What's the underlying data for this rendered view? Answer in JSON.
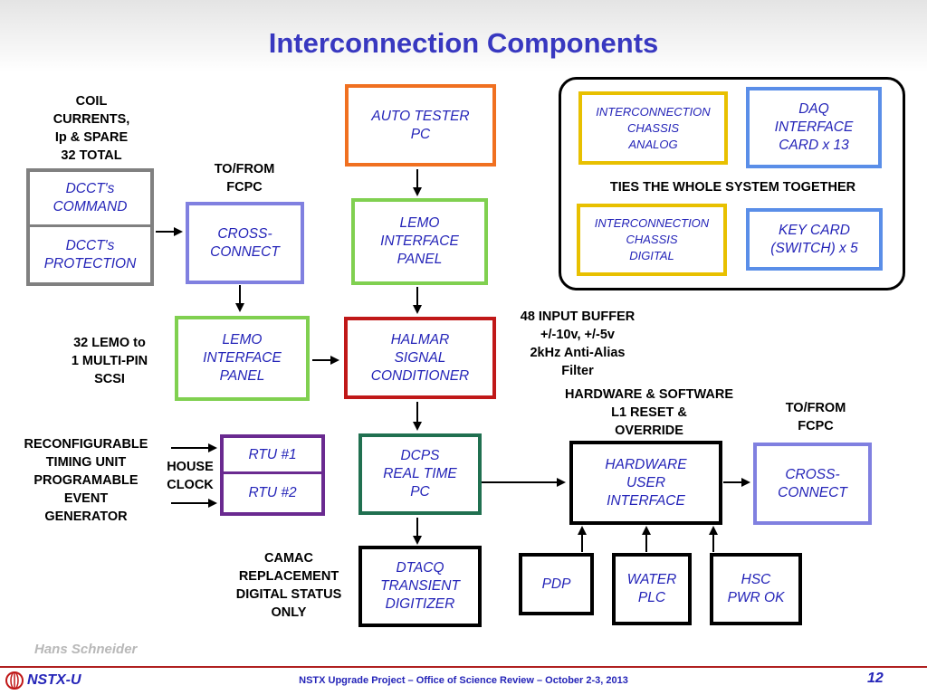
{
  "title": "Interconnection Components",
  "boxes": {
    "auto_tester": "AUTO TESTER\nPC",
    "lemo_panel_top": "LEMO\nINTERFACE\nPANEL",
    "lemo_panel_left": "LEMO\nINTERFACE\nPANEL",
    "halmar": "HALMAR\nSIGNAL\nCONDITIONER",
    "dccts_command": "DCCT's\nCOMMAND",
    "dccts_protection": "DCCT's\nPROTECTION",
    "cross_connect_left": "CROSS-\nCONNECT",
    "cross_connect_right": "CROSS-\nCONNECT",
    "rtu1": "RTU #1",
    "rtu2": "RTU #2",
    "dcps": "DCPS\nREAL TIME\nPC",
    "dtacq": "DTACQ\nTRANSIENT\nDIGITIZER",
    "hardware_ui": "HARDWARE\nUSER\nINTERFACE",
    "pdp": "PDP",
    "water_plc": "WATER\nPLC",
    "hsc": "HSC\nPWR OK",
    "chassis_analog": "INTERCONNECTION\nCHASSIS\nANALOG",
    "chassis_digital": "INTERCONNECTION\nCHASSIS\nDIGITAL",
    "daq_card": "DAQ\nINTERFACE\nCARD x 13",
    "key_card": "KEY CARD\n(SWITCH) x 5"
  },
  "labels": {
    "coil_currents": "COIL\nCURRENTS,\nIp & SPARE\n32 TOTAL",
    "to_from_fcpc_left": "TO/FROM\nFCPC",
    "lemo_to_scsi": "32 LEMO to\n1 MULTI-PIN\nSCSI",
    "input_buffer": "48 INPUT BUFFER\n+/-10v, +/-5v\n2kHz Anti-Alias\nFilter",
    "hw_sw_reset": "HARDWARE & SOFTWARE\nL1 RESET &\nOVERRIDE",
    "to_from_fcpc_right": "TO/FROM\nFCPC",
    "reconfigurable_timing": "RECONFIGURABLE\nTIMING UNIT\nPROGRAMABLE\nEVENT\nGENERATOR",
    "house_clock": "HOUSE\nCLOCK",
    "camac": "CAMAC\nREPLACEMENT\nDIGITAL STATUS\nONLY",
    "ties_together": "TIES THE WHOLE SYSTEM TOGETHER"
  },
  "footer": {
    "author": "Hans Schneider",
    "logo_text": "NSTX-U",
    "center_text": "NSTX Upgrade Project – Office of Science Review – October 2-3, 2013",
    "page_number": "12"
  },
  "colors": {
    "title": "#3838c0",
    "box_text": "#2424b8",
    "orange": "#f07020",
    "green": "#80d050",
    "dark_red": "#c01818",
    "gray": "#808080",
    "periwinkle": "#8080e0",
    "purple": "#6a2a90",
    "teal": "#207050",
    "black": "#000000",
    "gold": "#e8c000",
    "blue": "#5a8ee8"
  }
}
